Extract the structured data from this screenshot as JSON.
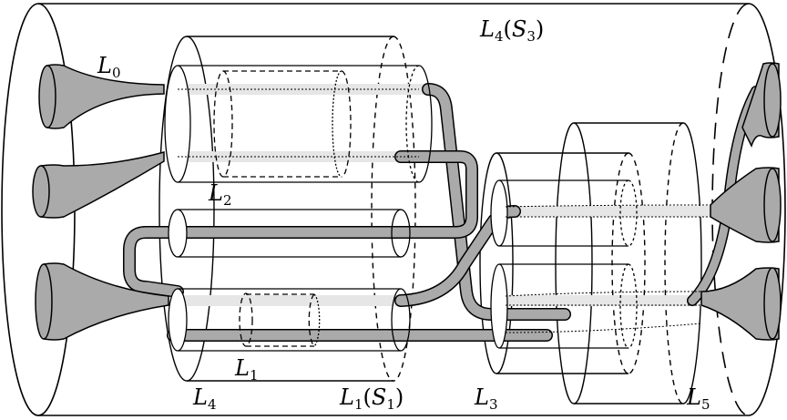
{
  "labels": {
    "L0": {
      "main": "L",
      "sub": "0"
    },
    "L4S3": {
      "main": "L",
      "sub": "4",
      "inner_main": "S",
      "inner_sub": "3"
    },
    "L2": {
      "main": "L",
      "sub": "2"
    },
    "L1": {
      "main": "L",
      "sub": "1"
    },
    "L4": {
      "main": "L",
      "sub": "4"
    },
    "L1S1": {
      "main": "L",
      "sub": "1",
      "inner_main": "S",
      "inner_sub": "1"
    },
    "L3": {
      "main": "L",
      "sub": "3"
    },
    "L5": {
      "main": "L",
      "sub": "5"
    }
  },
  "colors": {
    "stroke": "#000000",
    "tube_fill": "#aaaaaa",
    "band_fill": "#e6e6e6",
    "background": "#ffffff"
  }
}
